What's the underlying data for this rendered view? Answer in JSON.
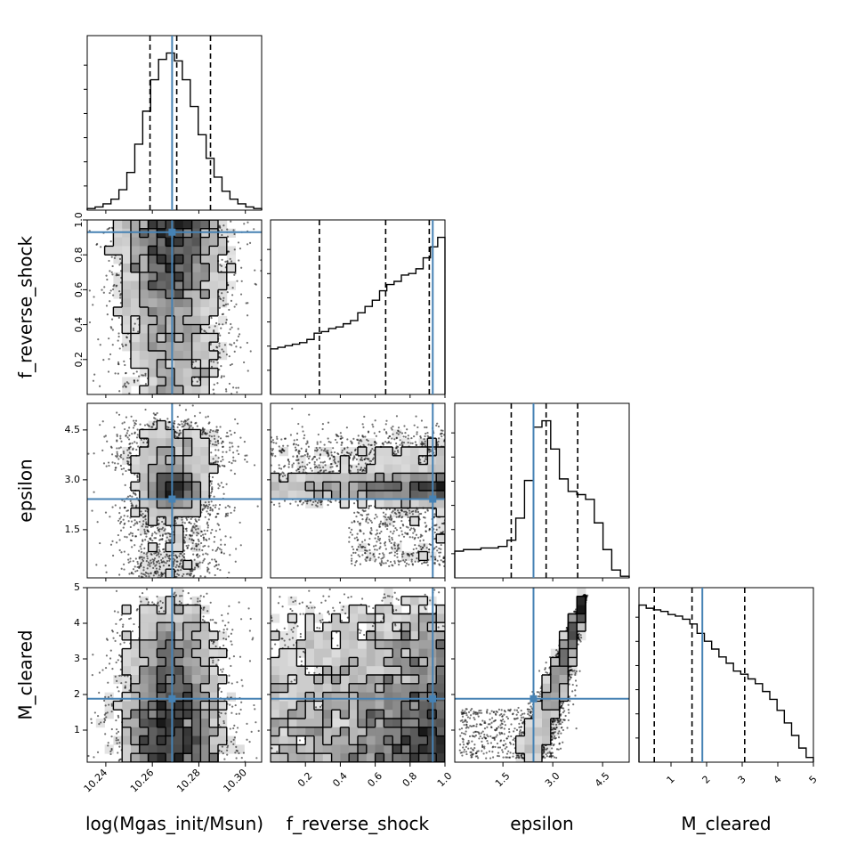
{
  "chart_data": {
    "type": "corner",
    "parameters": [
      {
        "name": "log(Mgas_init/Msun)",
        "range": [
          10.232,
          10.307
        ],
        "ticks": [
          "10.24",
          "10.26",
          "10.28",
          "10.30"
        ],
        "tick_values": [
          10.24,
          10.26,
          10.28,
          10.3
        ]
      },
      {
        "name": "f_reverse_shock",
        "range": [
          0.0,
          1.0
        ],
        "ticks": [
          "0.2",
          "0.4",
          "0.6",
          "0.8",
          "1.0"
        ],
        "tick_values": [
          0.2,
          0.4,
          0.6,
          0.8,
          1.0
        ]
      },
      {
        "name": "epsilon",
        "range": [
          0.05,
          5.3
        ],
        "ticks": [
          "1.5",
          "3.0",
          "4.5"
        ],
        "tick_values": [
          1.5,
          3.0,
          4.5
        ]
      },
      {
        "name": "M_cleared",
        "range": [
          0.1,
          5.0
        ],
        "ticks": [
          "1",
          "2",
          "3",
          "4",
          "5"
        ],
        "tick_values": [
          1,
          2,
          3,
          4,
          5
        ]
      }
    ],
    "truths": [
      10.2685,
      0.93,
      2.42,
      1.88
    ],
    "quantiles": [
      [
        10.259,
        10.2705,
        10.285
      ],
      [
        0.28,
        0.66,
        0.91
      ],
      [
        1.75,
        2.8,
        3.75
      ],
      [
        0.53,
        1.59,
        3.07
      ]
    ],
    "histograms": [
      [
        0.01,
        0.02,
        0.04,
        0.07,
        0.13,
        0.24,
        0.42,
        0.63,
        0.83,
        0.96,
        1.0,
        0.95,
        0.83,
        0.66,
        0.48,
        0.33,
        0.21,
        0.12,
        0.07,
        0.04,
        0.02,
        0.01
      ],
      [
        0.29,
        0.3,
        0.31,
        0.32,
        0.33,
        0.35,
        0.39,
        0.4,
        0.42,
        0.43,
        0.45,
        0.47,
        0.52,
        0.56,
        0.6,
        0.66,
        0.7,
        0.72,
        0.76,
        0.77,
        0.8,
        0.87,
        0.94,
        1.0
      ],
      [
        0.17,
        0.18,
        0.18,
        0.19,
        0.19,
        0.2,
        0.24,
        0.38,
        0.62,
        0.96,
        1.0,
        0.82,
        0.63,
        0.55,
        0.53,
        0.5,
        0.35,
        0.18,
        0.05,
        0.01
      ],
      [
        1.0,
        0.98,
        0.97,
        0.96,
        0.94,
        0.93,
        0.91,
        0.88,
        0.82,
        0.77,
        0.72,
        0.67,
        0.63,
        0.58,
        0.56,
        0.53,
        0.5,
        0.45,
        0.4,
        0.33,
        0.25,
        0.17,
        0.09,
        0.03
      ]
    ],
    "truth_color": "#4682b4",
    "contour_color": "#000000",
    "density_color": "#000000"
  }
}
